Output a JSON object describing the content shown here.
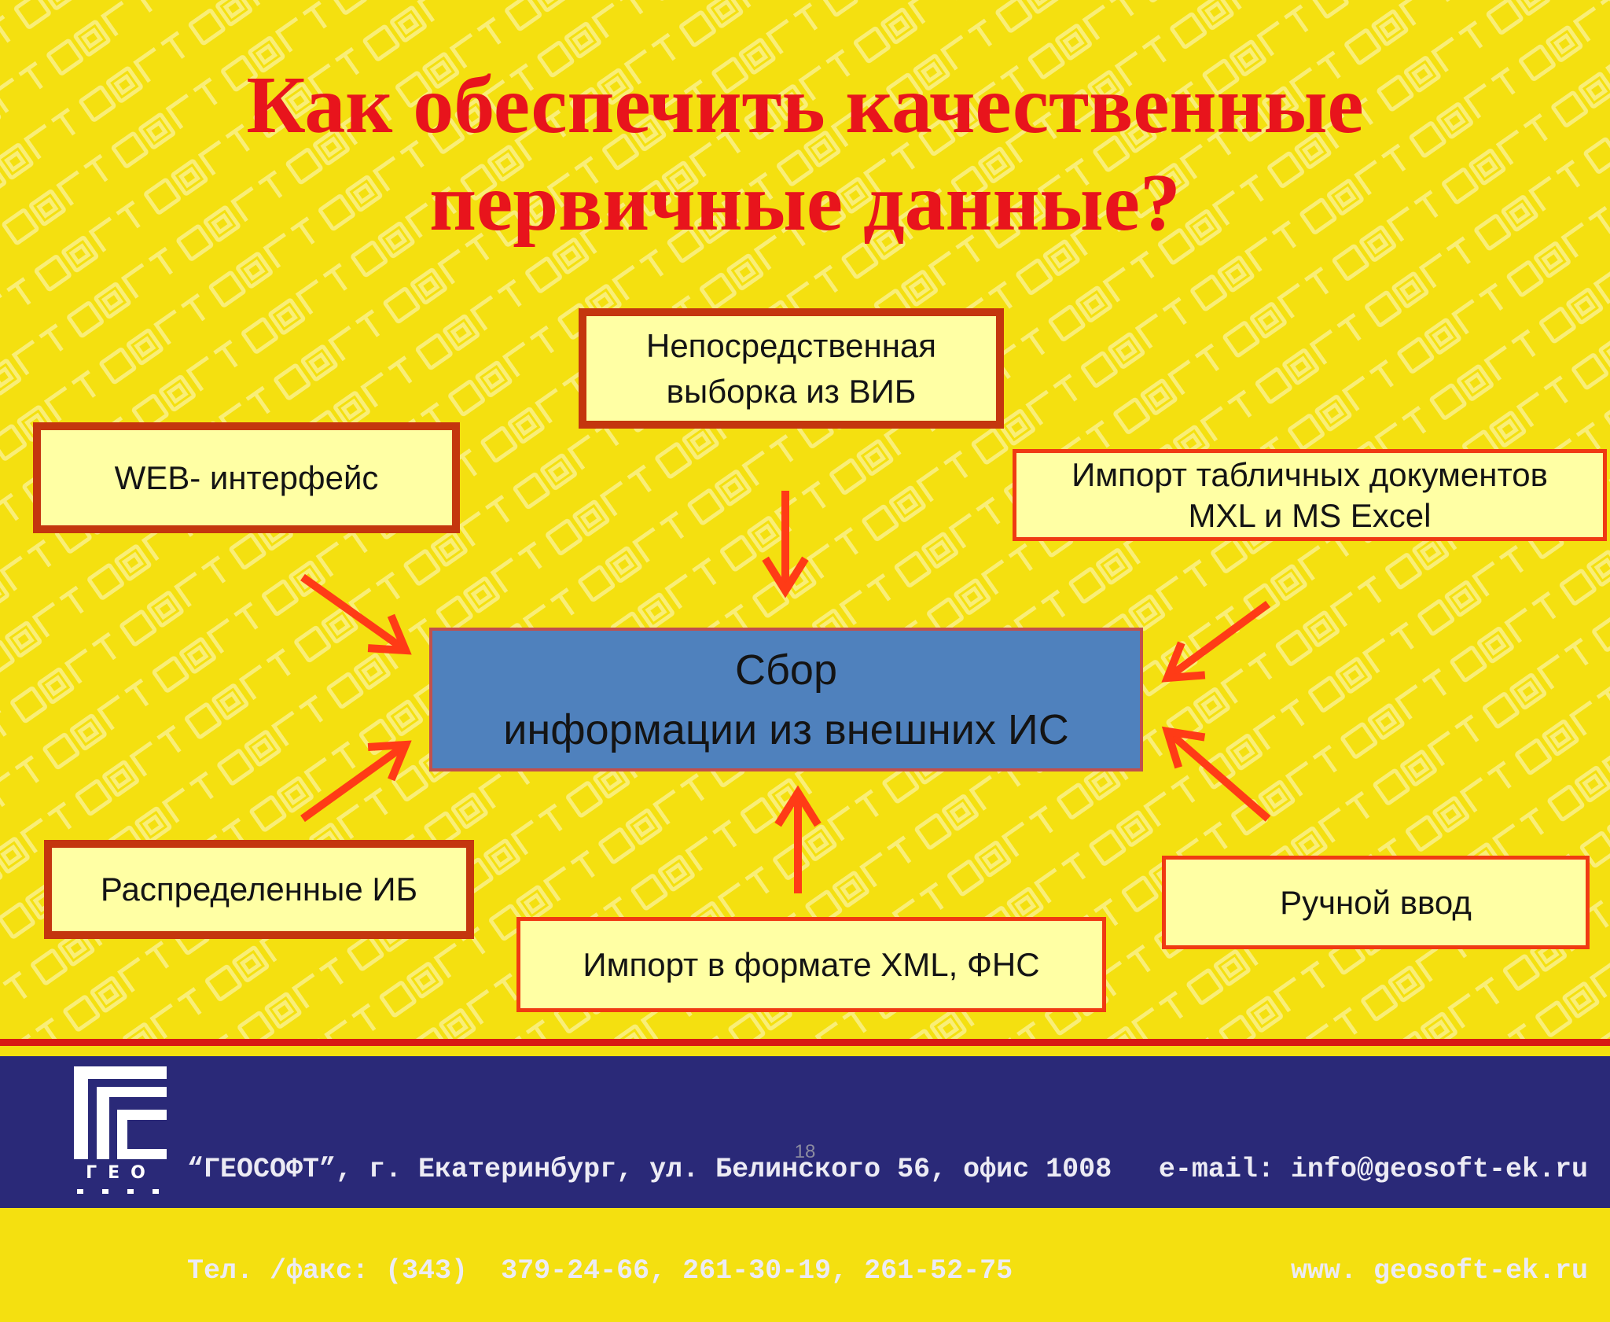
{
  "slide": {
    "title_line1": "Как обеспечить качественные",
    "title_line2": "первичные данные?",
    "page_number": "18"
  },
  "diagram": {
    "center": {
      "line1": "Сбор",
      "line2": "информации из внешних ИС"
    },
    "sources": [
      {
        "lines": [
          "Непосредственная",
          "выборка из ВИБ"
        ]
      },
      {
        "lines": [
          "WEB- интерфейс"
        ]
      },
      {
        "lines": [
          "Импорт табличных документов",
          "MXL и MS Excel"
        ]
      },
      {
        "lines": [
          "Распределенные ИБ"
        ]
      },
      {
        "lines": [
          "Импорт в формате XML, ФНС"
        ]
      },
      {
        "lines": [
          "Ручной ввод"
        ]
      }
    ]
  },
  "footer": {
    "company_line": "“ГЕОСОФТ”, г. Екатеринбург, ул. Белинского 56, офис 1008",
    "phone_line": "Тел. /факс: (343)  379-24-66, 261-30-19, 261-52-75",
    "email_line": "e-mail: info@geosoft-ek.ru",
    "web_line": "www. geosoft-ek.ru",
    "logo_text": "ГЕО",
    "logo_icon": "geosoft-logo-icon"
  },
  "colors": {
    "bg": "#f4e010",
    "title": "#e8141c",
    "box_fill": "#ffffa4",
    "box_border_dark": "#c4360e",
    "box_border_bright": "#f03a12",
    "center_fill": "#4f81bd",
    "center_border": "#c0504d",
    "arrow": "#ff3b16",
    "footer_rule": "#d81a14",
    "footer_strip": "#f4e010",
    "footer_band": "#2a2978",
    "footer_text": "#ecebf4",
    "pattern": "#fbf29a"
  }
}
